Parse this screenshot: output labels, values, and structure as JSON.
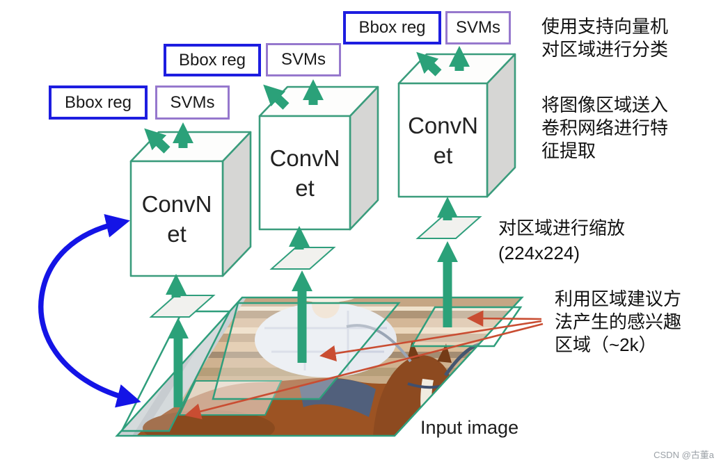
{
  "diagram_title": "R-CNN object detection pipeline",
  "labels": {
    "bbox_reg": "Bbox reg",
    "svms": "SVMs",
    "convnet_line1": "ConvN",
    "convnet_line2": "et",
    "input_image": "Input image"
  },
  "annotations": {
    "classify": "使用支持向量机\n对区域进行分类",
    "features": "将图像区域送入\n卷积网络进行特\n征提取",
    "resize": "对区域进行缩放\n(224x224)",
    "proposals": "利用区域建议方\n法产生的感兴趣\n区域（~2k）"
  },
  "watermark": "CSDN @古董a",
  "colors": {
    "bbox_border": "#1d1de0",
    "svm_border": "#9678cd",
    "cube_stroke": "#3a9c7c",
    "cube_side": "#d6d6d4",
    "arrow_green": "#2ba179",
    "arrow_red": "#c94d32",
    "arrow_blue": "#1414e6",
    "region_stroke": "#2f9e7c",
    "watermark_text": "#9aa0a6"
  }
}
